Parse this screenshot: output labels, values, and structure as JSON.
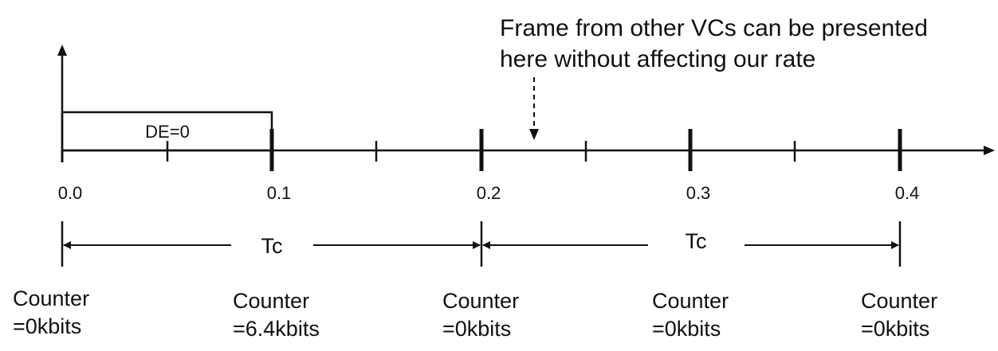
{
  "annotation": {
    "line1": "Frame from other VCs can be presented",
    "line2": "here without affecting our rate"
  },
  "timeline": {
    "tick_labels": [
      "0.0",
      "0.1",
      "0.2",
      "0.3",
      "0.4"
    ]
  },
  "frame_box": {
    "label": "DE=0"
  },
  "intervals": [
    {
      "label": "Tc"
    },
    {
      "label": "Tc"
    }
  ],
  "counters": [
    {
      "line1": "Counter",
      "line2": "=0kbits"
    },
    {
      "line1": "Counter",
      "line2": "=6.4kbits"
    },
    {
      "line1": "Counter",
      "line2": "=0kbits"
    },
    {
      "line1": "Counter",
      "line2": "=0kbits"
    },
    {
      "line1": "Counter",
      "line2": "=0kbits"
    }
  ]
}
